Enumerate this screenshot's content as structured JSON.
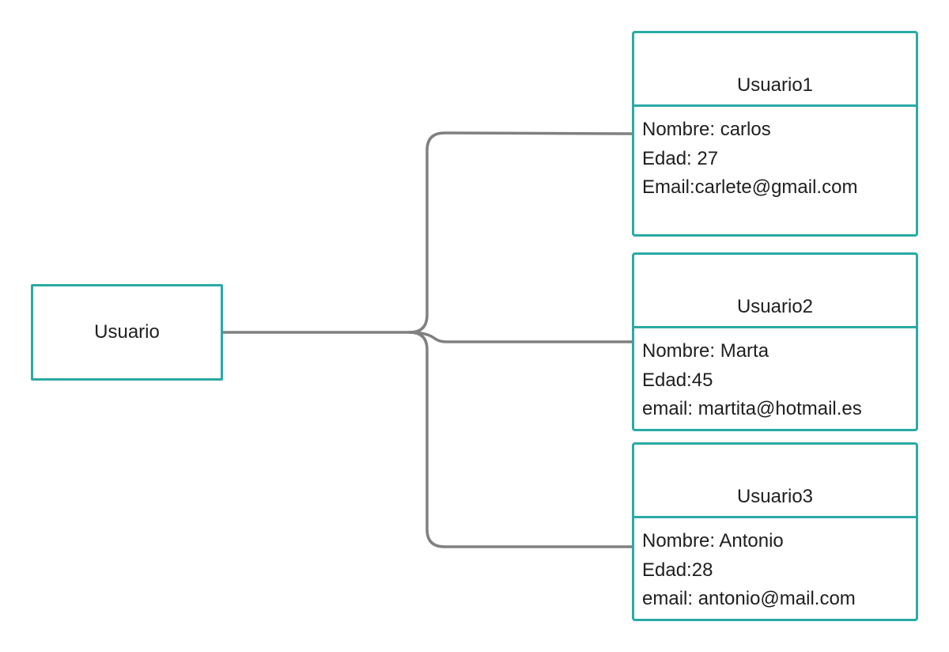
{
  "root": {
    "label": "Usuario"
  },
  "users": [
    {
      "title": "Usuario1",
      "lines": [
        "Nombre: carlos",
        "Edad: 27",
        "Email:carlete@gmail.com"
      ]
    },
    {
      "title": "Usuario2",
      "lines": [
        "Nombre: Marta",
        "Edad:45",
        "email: martita@hotmail.es"
      ]
    },
    {
      "title": "Usuario3",
      "lines": [
        "Nombre: Antonio",
        "Edad:28",
        "email: antonio@mail.com"
      ]
    }
  ],
  "colors": {
    "box_border": "#2aaaa5",
    "connector": "#808080",
    "text": "#1f1f1f"
  }
}
